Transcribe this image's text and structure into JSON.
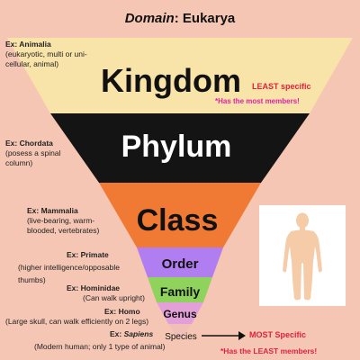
{
  "title": {
    "domain_word": "Domain",
    "rest": ": Eukarya"
  },
  "levels": [
    {
      "label": "Kingdom",
      "color": "#f8e3a8",
      "text_color": "#111111"
    },
    {
      "label": "Phylum",
      "color": "#141414",
      "text_color": "#ffffff"
    },
    {
      "label": "Class",
      "color": "#f07a34",
      "text_color": "#111111"
    },
    {
      "label": "Order",
      "color": "#b07ef0",
      "text_color": "#111111"
    },
    {
      "label": "Family",
      "color": "#8fd25c",
      "text_color": "#111111"
    },
    {
      "label": "Genus",
      "color": "#e3a0d8",
      "text_color": "#111111"
    },
    {
      "label": "Species"
    }
  ],
  "examples": {
    "kingdom": {
      "head": "Ex: Animalia",
      "body1": "(eukaryotic, multi or uni-",
      "body2": "cellular, animal)"
    },
    "phylum": {
      "head": "Ex: Chordata",
      "body1": "(posess a spinal",
      "body2": "column)"
    },
    "class": {
      "head": "Ex: Mammalia",
      "body1": "(live-bearing, warm-",
      "body2": "blooded, vertebrates)"
    },
    "order": {
      "head": "Ex: Primate",
      "body1": "(higher intelligence/opposable",
      "body2": "thumbs)"
    },
    "family": {
      "head": "Ex: Hominidae",
      "body1": "(Can walk upright)"
    },
    "genus": {
      "head": "Ex: Homo",
      "body1": "(Large skull, can walk efficiently on 2 legs)"
    },
    "species": {
      "head_prefix": "Ex: ",
      "head_italic": "Sapiens",
      "body1": "(Modern human; only 1 type of animal)"
    }
  },
  "notes": {
    "least_specific": "LEAST specific",
    "most_members": "*Has the most members!",
    "most_specific": "MOST Specific",
    "least_members": "*Has the LEAST members!"
  },
  "colors": {
    "background": "#f6c6b4",
    "red_note": "#e0223a",
    "pink_note": "#e020a8"
  },
  "icons": {
    "person": "human-body-silhouette",
    "arrow": "arrow-right"
  }
}
